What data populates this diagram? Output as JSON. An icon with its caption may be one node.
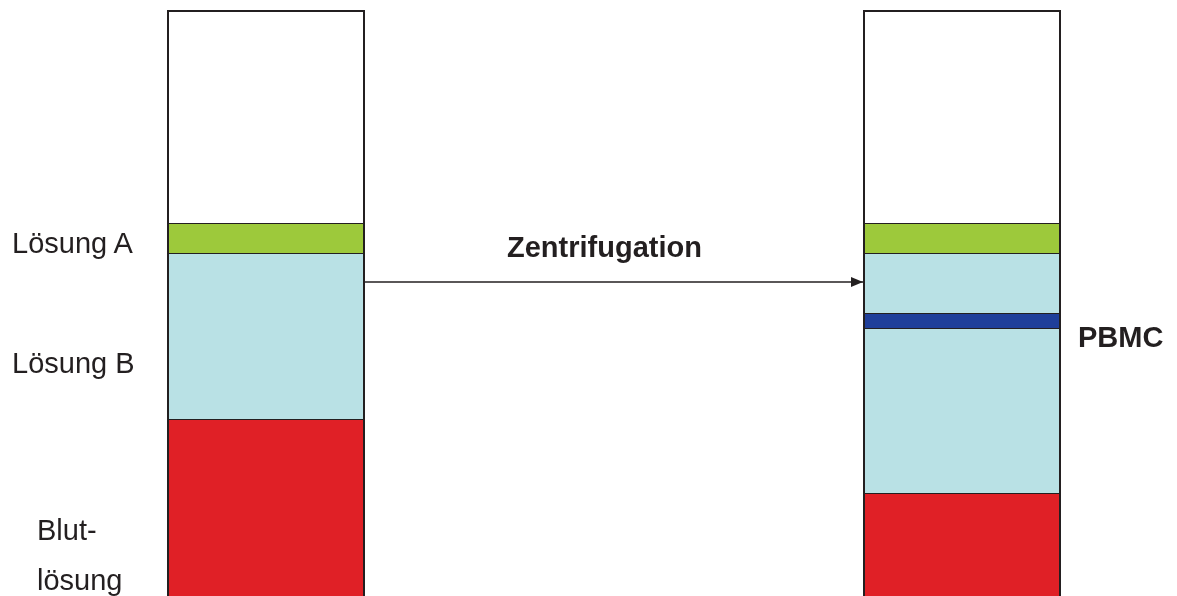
{
  "diagram": {
    "nodes": [
      {
        "text": [],
        "shape": "box"
      },
      {
        "text": [],
        "shape": "bar",
        "in": 0,
        "beside": [
          "Lösung A"
        ]
      },
      {
        "text": [],
        "shape": "bar",
        "in": 0,
        "beside": [
          "Lösung B"
        ]
      },
      {
        "text": [],
        "shape": "bar",
        "in": 0,
        "beside": [
          "Blut- lösung"
        ]
      },
      {
        "text": [],
        "shape": "box"
      },
      {
        "text": [],
        "shape": "bar",
        "in": 4
      },
      {
        "text": [],
        "shape": "bar",
        "in": 4
      },
      {
        "text": [],
        "shape": "bar",
        "in": 4,
        "beside": [
          "PBMC"
        ]
      },
      {
        "text": [],
        "shape": "bar",
        "in": 4
      },
      {
        "text": [],
        "shape": "bar",
        "in": 4
      }
    ],
    "edges": [
      {
        "from": 0,
        "to": 4,
        "arrow": "to",
        "label": "Zentrifugation"
      }
    ]
  }
}
